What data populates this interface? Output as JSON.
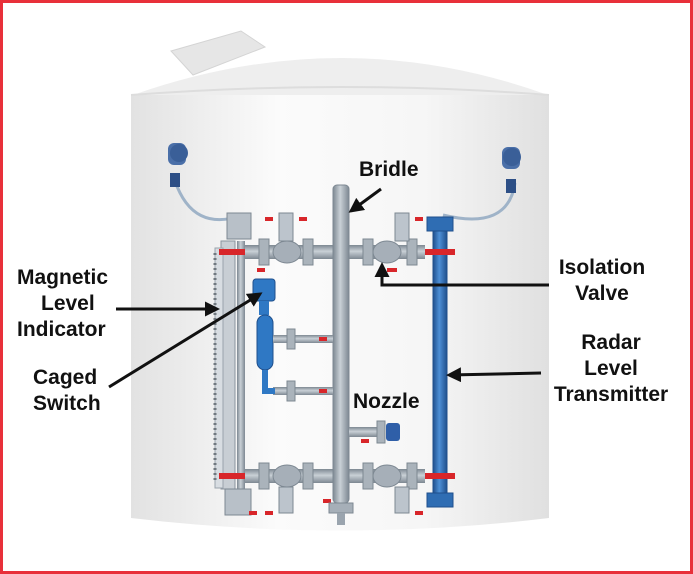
{
  "colors": {
    "frame_border": "#e8303a",
    "tank_body": "#f4f4f4",
    "pipe_gray": "#9aa4ae",
    "radar_blue": "#2f6db3",
    "switch_blue": "#2f78c4",
    "valve_red": "#d8262a",
    "arrow": "#111111"
  },
  "labels": {
    "bridle": "Bridle",
    "magnetic_level_indicator": [
      "Magnetic",
      "Level",
      "Indicator"
    ],
    "caged_switch": [
      "Caged",
      "Switch"
    ],
    "isolation_valve": [
      "Isolation",
      "Valve"
    ],
    "radar_level_transmitter": [
      "Radar",
      "Level",
      "Transmitter"
    ],
    "nozzle": "Nozzle"
  }
}
